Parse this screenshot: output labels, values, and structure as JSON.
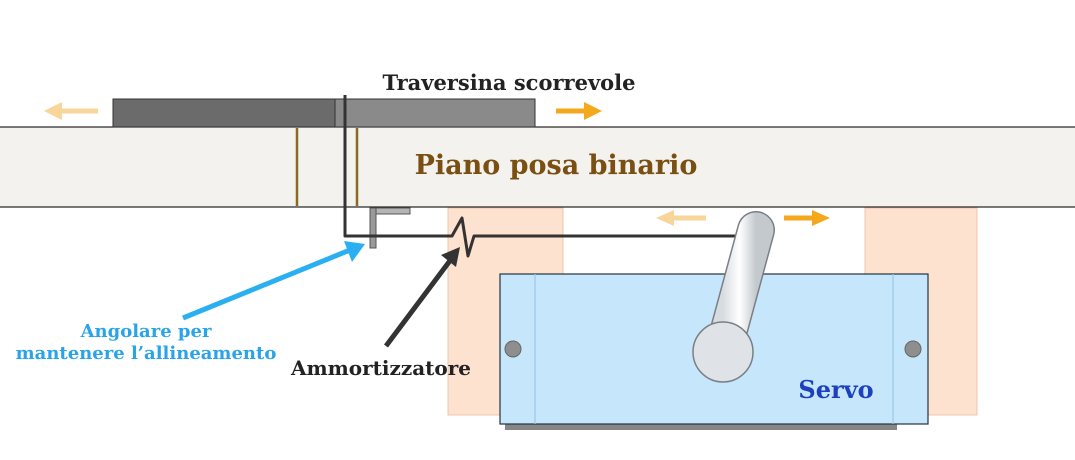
{
  "labels": {
    "slider": "Traversina scorrevole",
    "bed": "Piano posa binario",
    "bracket_line1": "Angolare per",
    "bracket_line2": "mantenere l’allineamento",
    "damper": "Ammortizzatore",
    "servo": "Servo"
  },
  "colors": {
    "bed_fill": "#f3f2ee",
    "bed_border": "#222222",
    "slider_dark": "#6b6b6b",
    "slider_light": "#8a8a8a",
    "support_fill": "#fde2cf",
    "support_border": "#f0c4a4",
    "servo_fill": "#c5e6fb",
    "servo_border": "#223344",
    "arrow_orange": "#f4a81c",
    "arrow_orange_light": "#f8d59b",
    "pointer_blue": "#2ab0f0",
    "pointer_dark": "#333333",
    "rail_brown": "#8a6a1e"
  },
  "icons": {
    "motion_arrows": "double-arrow-left-right",
    "servo_screws": "screw-icon"
  }
}
